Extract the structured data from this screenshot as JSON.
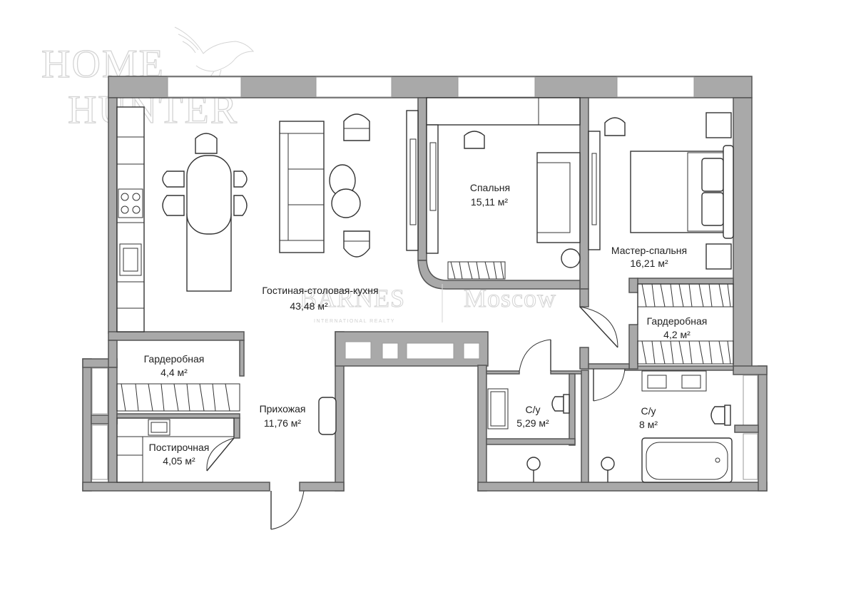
{
  "watermarks": {
    "home_hunter_line1": "HOME",
    "home_hunter_line2": "HUNTER",
    "barnes_brand": "BARNES",
    "barnes_city": "Moscow",
    "barnes_tagline": "INTERNATIONAL REALTY"
  },
  "rooms": [
    {
      "id": "living",
      "name": "Гостиная-столовая-кухня",
      "area": "43,48 м²"
    },
    {
      "id": "bedroom",
      "name": "Спальня",
      "area": "15,11 м²"
    },
    {
      "id": "master",
      "name": "Мастер-спальня",
      "area": "16,21 м²"
    },
    {
      "id": "wardrobe-master",
      "name": "Гардеробная",
      "area": "4,2 м²"
    },
    {
      "id": "wardrobe-hall",
      "name": "Гардеробная",
      "area": "4,4 м²"
    },
    {
      "id": "hall",
      "name": "Прихожая",
      "area": "11,76 м²"
    },
    {
      "id": "laundry",
      "name": "Постирочная",
      "area": "4,05 м²"
    },
    {
      "id": "bath-small",
      "name": "С/у",
      "area": "5,29 м²"
    },
    {
      "id": "bath-large",
      "name": "С/у",
      "area": "8 м²"
    }
  ]
}
